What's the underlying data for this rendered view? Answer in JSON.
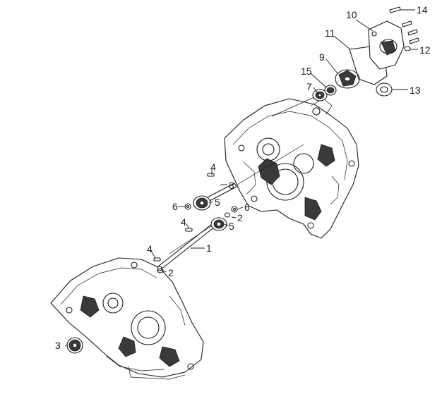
{
  "callouts": [
    {
      "id": "c1",
      "label": "1"
    },
    {
      "id": "c2a",
      "label": "2"
    },
    {
      "id": "c2b",
      "label": "2"
    },
    {
      "id": "c3",
      "label": "3"
    },
    {
      "id": "c4a",
      "label": "4"
    },
    {
      "id": "c4b",
      "label": "4"
    },
    {
      "id": "c4c",
      "label": "4"
    },
    {
      "id": "c5a",
      "label": "5"
    },
    {
      "id": "c5b",
      "label": "5"
    },
    {
      "id": "c6a",
      "label": "6"
    },
    {
      "id": "c6b",
      "label": "6"
    },
    {
      "id": "c7",
      "label": "7"
    },
    {
      "id": "c8",
      "label": "8"
    },
    {
      "id": "c9",
      "label": "9"
    },
    {
      "id": "c10",
      "label": "10"
    },
    {
      "id": "c11",
      "label": "11"
    },
    {
      "id": "c12",
      "label": "12"
    },
    {
      "id": "c13",
      "label": "13"
    },
    {
      "id": "c14",
      "label": "14"
    },
    {
      "id": "c15",
      "label": "15"
    }
  ]
}
